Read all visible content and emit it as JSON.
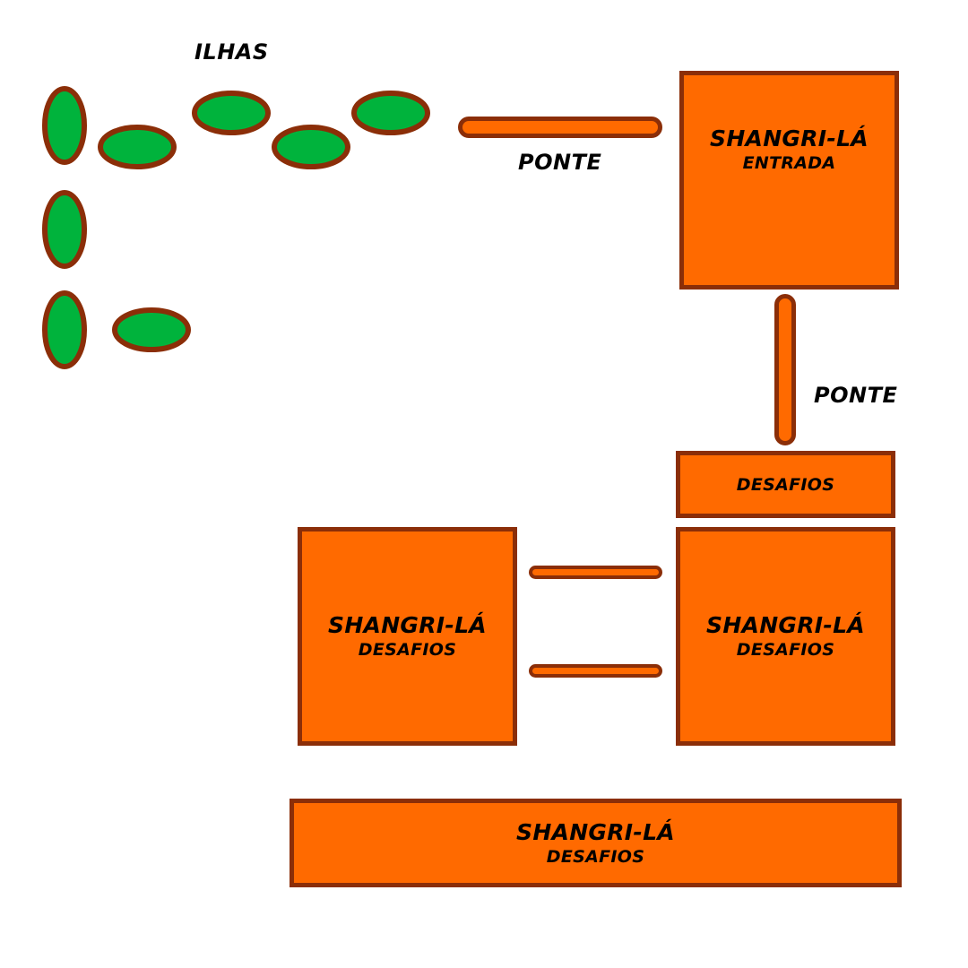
{
  "colors": {
    "orange": "#ff6a00",
    "brown_border": "#8b2e08",
    "island_green": "#00b33c"
  },
  "islands": {
    "label": "ILHAS",
    "count": 8
  },
  "bridges": {
    "top_label": "PONTE",
    "vertical_label": "PONTE"
  },
  "blocks": {
    "entrance": {
      "title": "SHANGRI-LÁ",
      "subtitle": "ENTRADA"
    },
    "challenges_small": {
      "subtitle": "DESAFIOS"
    },
    "challenges_right": {
      "title": "SHANGRI-LÁ",
      "subtitle": "DESAFIOS"
    },
    "challenges_left": {
      "title": "SHANGRI-LÁ",
      "subtitle": "DESAFIOS"
    },
    "challenges_bottom": {
      "title": "SHANGRI-LÁ",
      "subtitle": "DESAFIOS"
    }
  }
}
